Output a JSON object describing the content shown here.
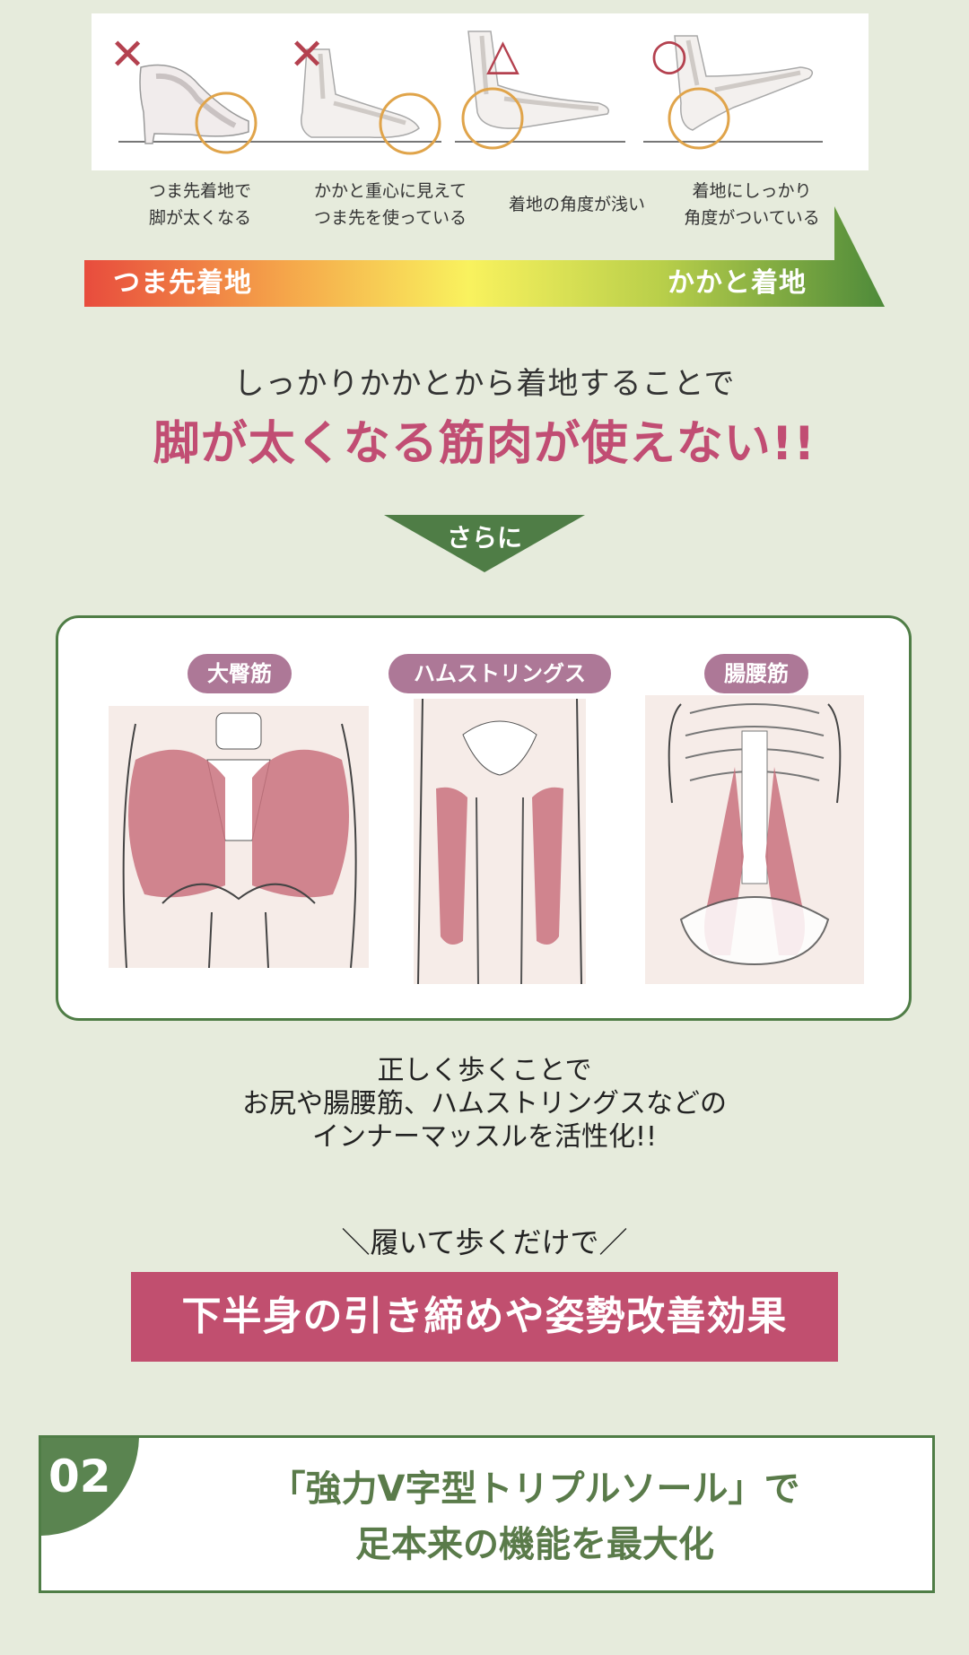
{
  "foot_strike": {
    "items": [
      {
        "mark": "✕",
        "caption": "つま先着地で\n脚が太くなる"
      },
      {
        "mark": "✕",
        "caption": "かかと重心に見えて\nつま先を使っている"
      },
      {
        "mark": "△",
        "caption": "着地の角度が浅い"
      },
      {
        "mark": "○",
        "caption": "着地にしっかり\n角度がついている"
      }
    ],
    "arrow_left_label": "つま先着地",
    "arrow_right_label": "かかと着地",
    "colors": {
      "mark": "#b4414f",
      "ring": "#e0a44a",
      "gradient_start": "#e84c3d",
      "gradient_mid": "#f9f25e",
      "gradient_end": "#4e8a3a"
    }
  },
  "headline": {
    "line1": "しっかりかかとから着地することで",
    "line2": "脚が太くなる筋肉が使えない!!"
  },
  "sarani_label": "さらに",
  "muscles": [
    {
      "label": "大臀筋"
    },
    {
      "label": "ハムストリングス"
    },
    {
      "label": "腸腰筋"
    }
  ],
  "body_text": {
    "line1": "正しく歩くことで",
    "line2": "お尻や腸腰筋、ハムストリングスなどの",
    "line3": "インナーマッスルを活性化!!"
  },
  "slogan": "＼履いて歩くだけで／",
  "banner": "下半身の引き締めや姿勢改善効果",
  "feature": {
    "number": "02",
    "title": "「強力V字型トリプルソール」で\n足本来の機能を最大化"
  },
  "colors": {
    "accent_green": "#4f7d46",
    "accent_pink": "#c14f6f",
    "muscle_pill": "#ad7897",
    "background": "#e6ebdc"
  }
}
